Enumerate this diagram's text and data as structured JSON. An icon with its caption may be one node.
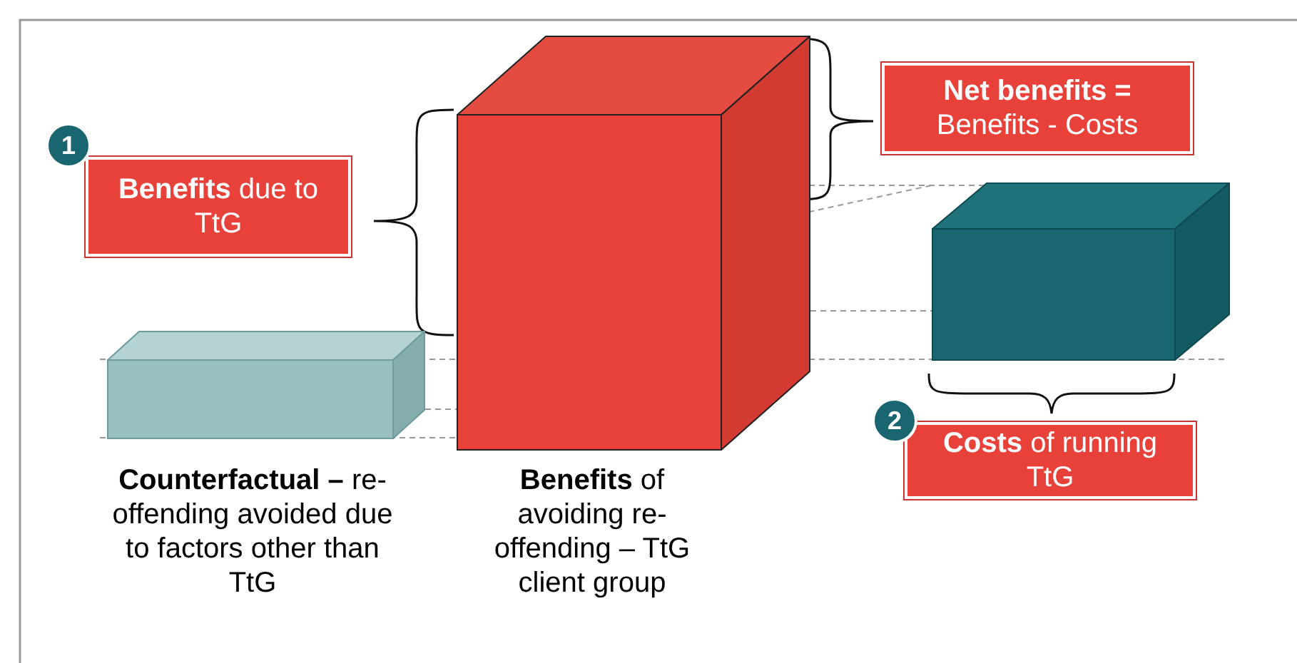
{
  "diagram": {
    "nodes": [
      {
        "text": [],
        "shape": "box",
        "beside": [
          "**Counterfactual –** re-offending avoided due to factors other than TtG"
        ]
      },
      {
        "text": [],
        "shape": "box",
        "beside": [
          "**Benefits** of avoiding re-offending – TtG client group"
        ]
      },
      {
        "text": [],
        "shape": "box"
      },
      {
        "text": [
          "**Benefits** due to TtG"
        ]
      },
      {
        "text": [
          "**Net benefits =** Benefits - Costs"
        ]
      },
      {
        "text": [
          "**Costs** of running TtG"
        ]
      }
    ],
    "edges": [],
    "labels": [
      "1",
      "2"
    ]
  }
}
